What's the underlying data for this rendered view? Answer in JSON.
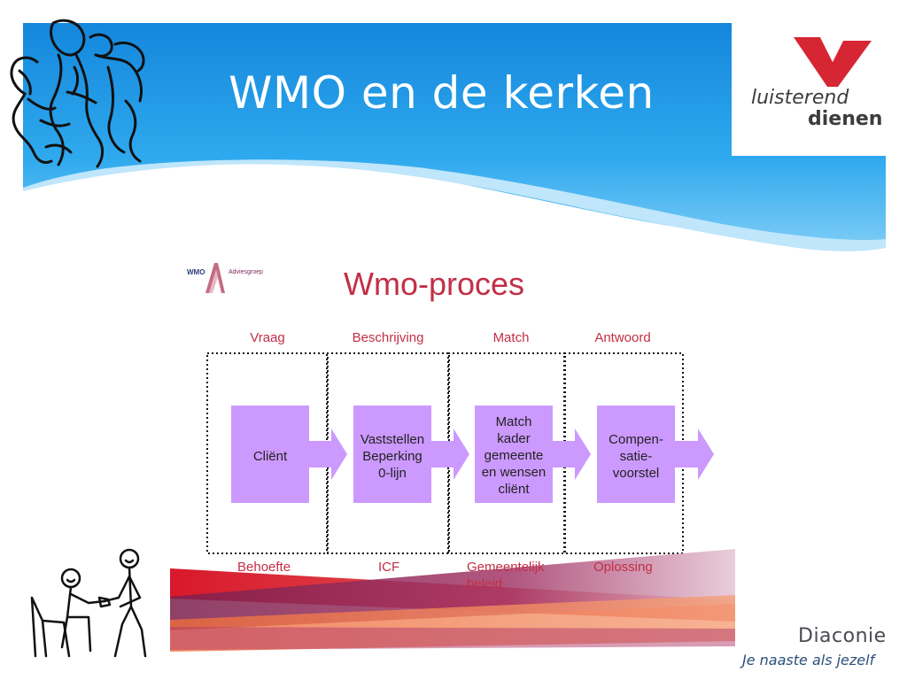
{
  "slide": {
    "title": "WMO en de kerken"
  },
  "logo": {
    "line1": "luisterend",
    "line2": "dienen",
    "mark_color": "#d72633"
  },
  "figure": {
    "badge_text": "WMO",
    "badge_subtext": "Adviesgroep",
    "title": "Wmo-proces",
    "phases": [
      "Vraag",
      "Beschrijving",
      "Match",
      "Antwoord"
    ],
    "steps": [
      [
        "Cliënt"
      ],
      [
        "Vaststellen",
        "Beperking",
        "0-lijn"
      ],
      [
        "Match",
        "kader",
        "gemeente",
        "en wensen",
        "cliënt"
      ],
      [
        "Compen-",
        "satie-",
        "voorstel"
      ]
    ],
    "basis": [
      "Behoefte",
      "ICF",
      "Gemeentelijk",
      "beleid",
      "Oplossing"
    ],
    "colors": {
      "box": "#cc99ff",
      "text_red": "#c22f45"
    }
  },
  "footer": {
    "name": "Diaconie",
    "slogan": "Je naaste als jezelf"
  },
  "theme": {
    "header_blue": "#1e9be4",
    "header_light": "#9fd8f8"
  }
}
